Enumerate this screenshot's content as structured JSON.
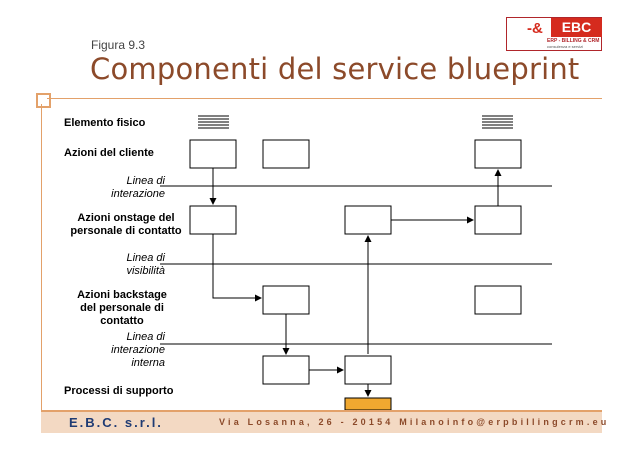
{
  "header": {
    "figure_label": "Figura 9.3",
    "title": "Componenti del service blueprint",
    "logo": {
      "symbol": "-&",
      "brand": "EBC",
      "tagline": "ERP - BILLING & CRM",
      "subtagline": "consulenza e servizi"
    }
  },
  "diagram": {
    "rows": {
      "physical_evidence": "Elemento fisico",
      "customer_actions": "Azioni del cliente",
      "onstage_line1": "Azioni onstage del",
      "onstage_line2": "personale di contatto",
      "backstage_line1": "Azioni backstage",
      "backstage_line2": "del personale di",
      "backstage_line3": "contatto",
      "support": "Processi di supporto"
    },
    "lines": {
      "interaction_line1": "Linea di",
      "interaction_line2": "interazione",
      "visibility_line1": "Linea di",
      "visibility_line2": "visibilità",
      "internal_line1": "Linea di",
      "internal_line2": "interazione",
      "internal_line3": "interna"
    },
    "colors": {
      "highlight_box": "#f0a830",
      "accent": "#e3a16a",
      "title": "#8c4a2a"
    }
  },
  "footer": {
    "company": "E.B.C. s.r.l.",
    "address": "Via Losanna, 26 - 20154 Milano",
    "email": "info@erpbillingcrm.eu"
  }
}
